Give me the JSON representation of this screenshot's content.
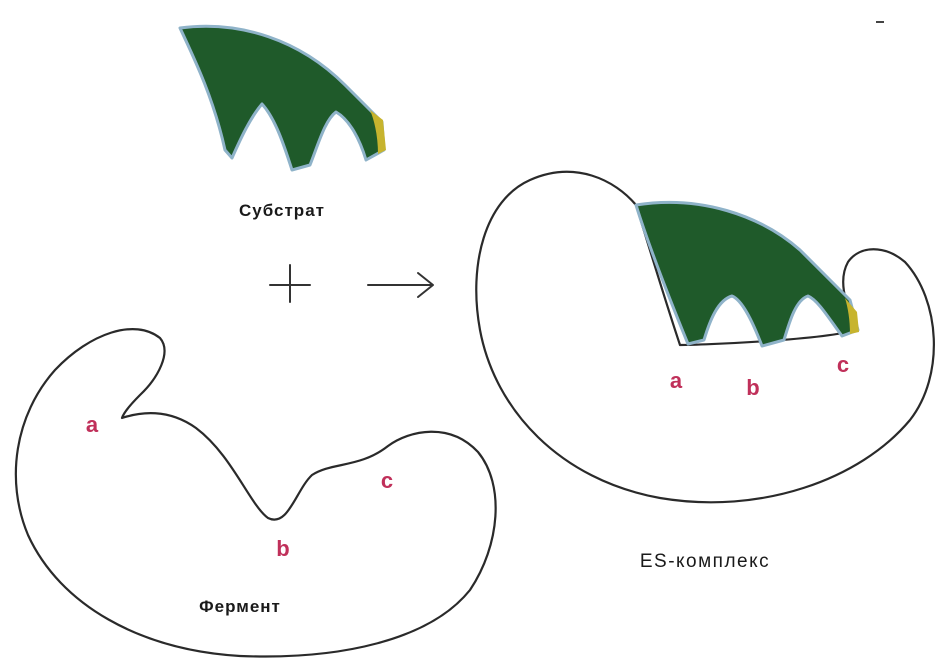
{
  "labels": {
    "substrate": "Субстрат",
    "enzyme": "Фермент",
    "complex": "ES-комплекс"
  },
  "sites": {
    "enzyme": [
      "a",
      "b",
      "c"
    ],
    "complex": [
      "a",
      "b",
      "c"
    ]
  },
  "symbols": {
    "plus": "plus-sign",
    "arrow": "right-arrow"
  },
  "colors": {
    "substrate_fill": "#1f5a2a",
    "substrate_edge": "#8fb3c9",
    "substrate_tip": "#c7b42e",
    "site_label": "#c0305a",
    "outline": "#2a2a2a"
  }
}
